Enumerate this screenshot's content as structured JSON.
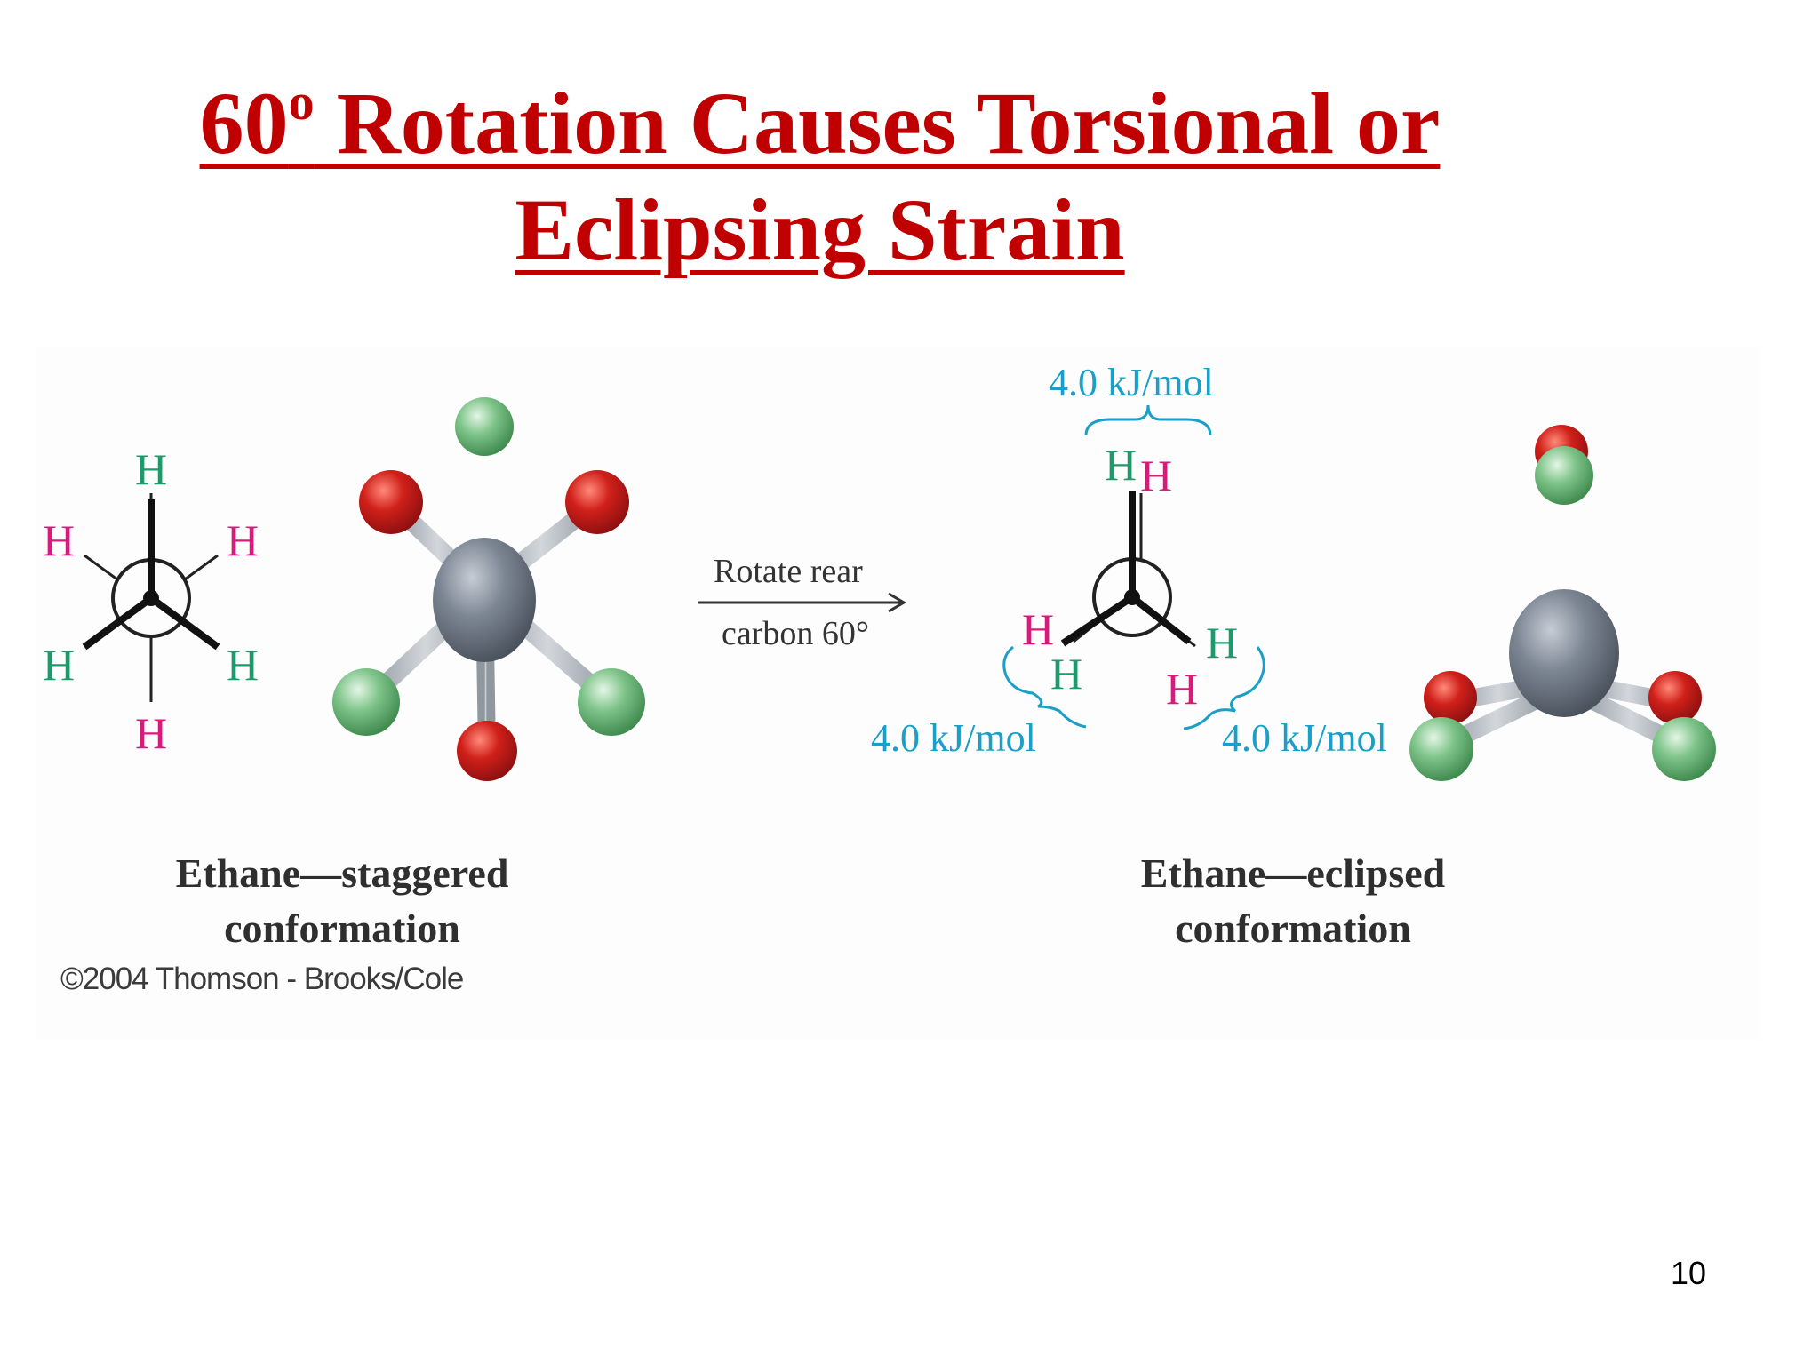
{
  "title": {
    "line1_number": "60",
    "line1_superscript": "o",
    "line1_rest": " Rotation Causes Torsional or",
    "line2": "Eclipsing Strain"
  },
  "staggered": {
    "newman_labels": [
      "H",
      "H",
      "H",
      "H",
      "H",
      "H"
    ],
    "caption_line1": "Ethane—staggered",
    "caption_line2": "conformation"
  },
  "arrow": {
    "line1": "Rotate rear",
    "line2": "carbon 60°"
  },
  "eclipsed": {
    "newman_labels": [
      "H",
      "H",
      "H",
      "H",
      "H",
      "H"
    ],
    "energy_top": "4.0 kJ/mol",
    "energy_left": "4.0 kJ/mol",
    "energy_right": "4.0 kJ/mol",
    "caption_line1": "Ethane—eclipsed",
    "caption_line2": "conformation"
  },
  "copyright": "©2004 Thomson - Brooks/Cole",
  "page_number": "10",
  "colors": {
    "title": "#c00000",
    "front_hydrogen": "#1d9a6c",
    "rear_hydrogen": "#d81b7a",
    "energy_label": "#1aa0c8",
    "carbon_atom": "#7d8794",
    "red_atom": "#d0201a",
    "green_atom": "#7fc48a"
  }
}
